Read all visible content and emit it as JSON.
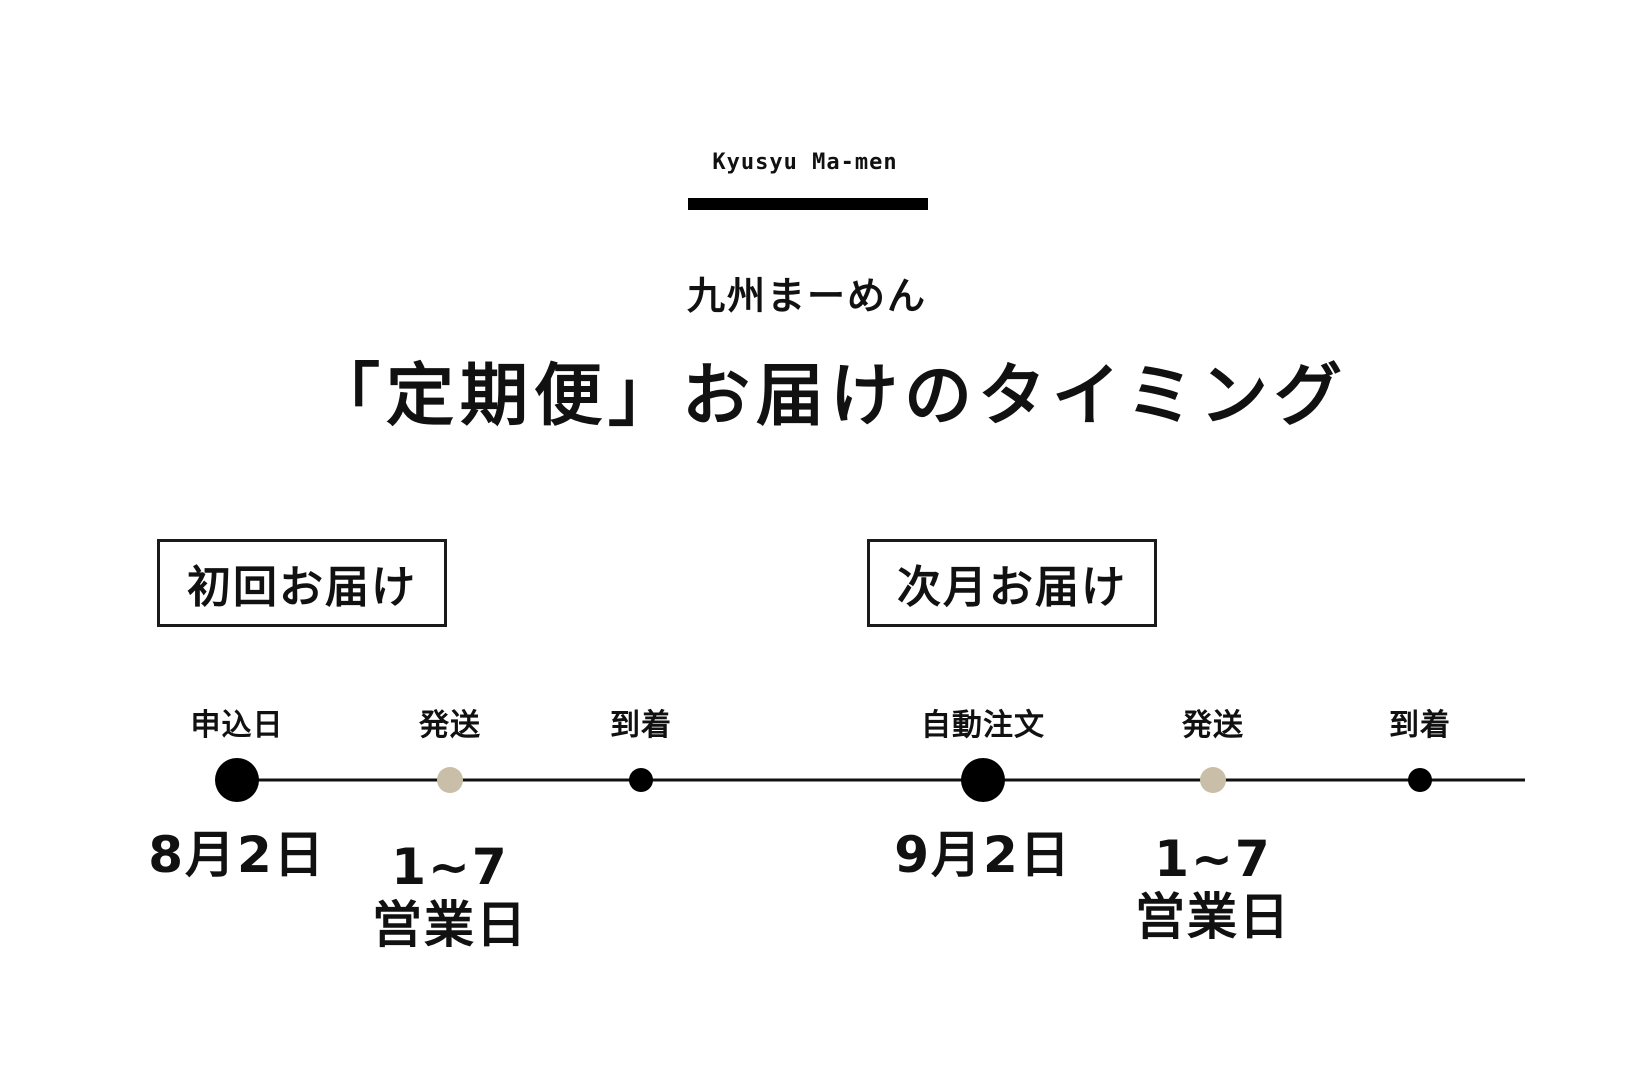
{
  "header": {
    "brand_en": "Kyusyu Ma-men",
    "brand_ja": "九州まーめん",
    "title": "「定期便」お届けのタイミング"
  },
  "sections": {
    "first": "初回お届け",
    "next": "次月お届け"
  },
  "colors": {
    "line": "#111111",
    "dot_dark": "#000000",
    "dot_ship": "#c9bfa8"
  },
  "steps": [
    {
      "label": "申込日",
      "date_line1": "8月2日",
      "date_line2": "",
      "dot": "large-dark"
    },
    {
      "label": "発送",
      "date_line1": "1~7",
      "date_line2": "営業日",
      "dot": "small-beige"
    },
    {
      "label": "到着",
      "date_line1": "",
      "date_line2": "",
      "dot": "small-dark"
    },
    {
      "label": "自動注文",
      "date_line1": "9月2日",
      "date_line2": "",
      "dot": "large-dark"
    },
    {
      "label": "発送",
      "date_line1": "1~7",
      "date_line2": "営業日",
      "dot": "small-beige"
    },
    {
      "label": "到着",
      "date_line1": "",
      "date_line2": "",
      "dot": "small-dark"
    }
  ]
}
